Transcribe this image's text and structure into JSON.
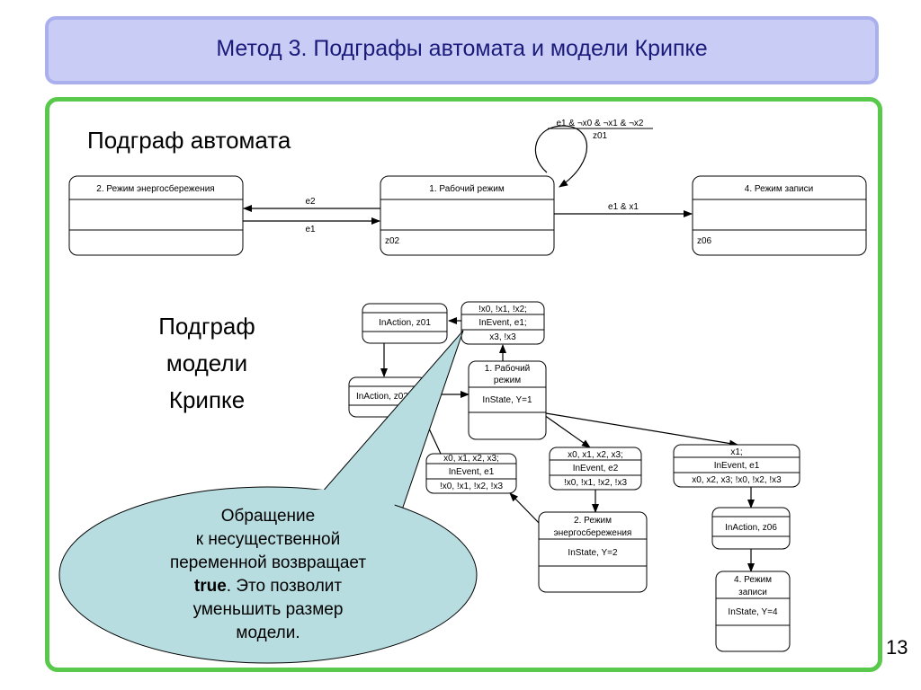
{
  "title": "Метод 3. Подграфы автомата и модели Крипке",
  "page_number": "13",
  "automaton": {
    "heading": "Подграф автомата",
    "states": {
      "s2": {
        "name": "2. Режим энергосбережения",
        "action": ""
      },
      "s1": {
        "name": "1. Рабочий режим",
        "action": "z02"
      },
      "s4": {
        "name": "4. Режим записи",
        "action": "z06"
      }
    },
    "transitions": {
      "self_loop_cond": "e1 & ¬x0 & ¬x1 & ¬x2",
      "self_loop_action": "z01",
      "to_s2": "e2",
      "from_s2": "e1",
      "to_s4": "e1 & x1"
    }
  },
  "kripke": {
    "heading": [
      "Подграф",
      "модели",
      "Крипке"
    ],
    "nodes": {
      "inaction_z01": [
        "InAction, z01"
      ],
      "event_top": [
        "!x0, !x1, !x2;",
        "InEvent, e1;",
        "x3, !x3"
      ],
      "inaction_z02": [
        "InAction, z02"
      ],
      "state_1": [
        "1. Рабочий",
        "режим",
        "InState, Y=1"
      ],
      "event_mid_left": [
        "x0, x1, x2, x3;",
        "InEvent, e1",
        "!x0, !x1, !x2, !x3"
      ],
      "event_mid_center": [
        "x0, x1, x2, x3;",
        "InEvent, e2",
        "!x0, !x1, !x2, !x3"
      ],
      "event_right": [
        "x1;",
        "InEvent, e1",
        "x0, x2, x3; !x0, !x2, !x3"
      ],
      "state_2": [
        "2. Режим",
        "энергосбережения",
        "InState, Y=2"
      ],
      "inaction_z06": [
        "InAction, z06"
      ],
      "state_4": [
        "4. Режим",
        "записи",
        "InState, Y=4"
      ]
    }
  },
  "callout": {
    "line1": "Обращение",
    "line2": "к несущественной",
    "line3": "переменной возвращает",
    "line4_bold": "true",
    "line4_rest": ". Это позволит",
    "line5": "уменьшить размер",
    "line6": "модели."
  },
  "colors": {
    "title_bg": "#c9cdf6",
    "title_text": "#1a1a7a",
    "frame_border": "#58c94a",
    "callout_fill": "#b8dde0"
  }
}
